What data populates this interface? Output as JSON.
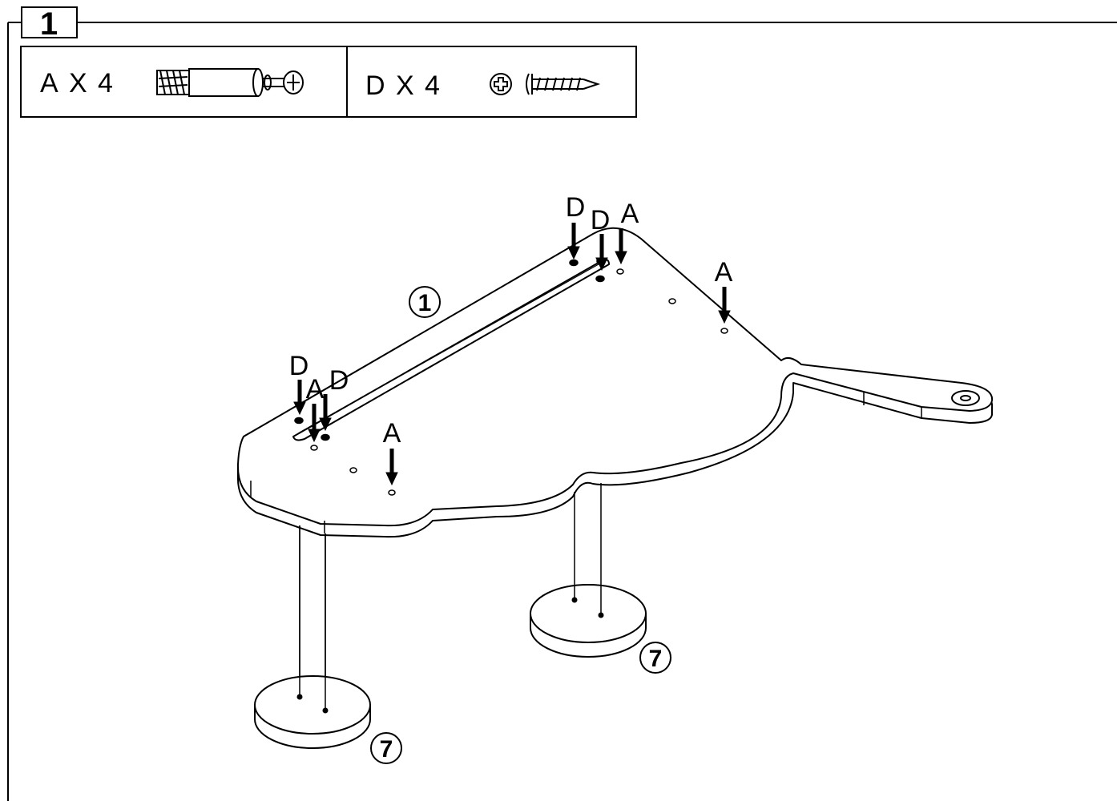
{
  "step": {
    "number": "1"
  },
  "hardware": [
    {
      "letter": "A",
      "times": "X",
      "qty": "4",
      "icon": "cam-bolt-icon"
    },
    {
      "letter": "D",
      "times": "X",
      "qty": "4",
      "icon": "phillips-screw-icon"
    }
  ],
  "labels": {
    "screw": "D",
    "bolt": "A"
  },
  "parts": {
    "top": "1",
    "base": "7"
  },
  "colors": {
    "line": "#000000",
    "background": "#ffffff"
  }
}
